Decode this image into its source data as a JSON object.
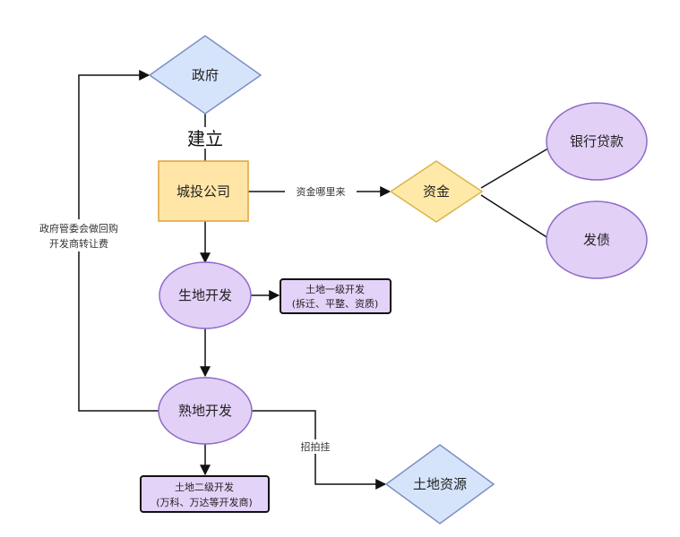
{
  "nodes": {
    "government": "政府",
    "establish": "建立",
    "urban_investment_company": "城投公司",
    "funds": "资金",
    "bank_loan": "银行贷款",
    "bonds": "发债",
    "raw_land_development": "生地开发",
    "primary_dev_title": "土地一级开发",
    "primary_dev_detail": "(拆迁、平整、资质)",
    "mature_land_development": "熟地开发",
    "secondary_dev_title": "土地二级开发",
    "secondary_dev_detail": "(万科、万达等开发商)",
    "land_resources": "土地资源"
  },
  "edges": {
    "funds_source": "资金哪里来",
    "auction_listing": "招拍挂",
    "buyback_line1": "政府管委会做回购",
    "buyback_line2": "开发商转让费"
  },
  "colors": {
    "diamond_blue": "#d6e4fb",
    "diamond_blue_stroke": "#7b8fc4",
    "diamond_yellow": "#ffe9a8",
    "diamond_yellow_stroke": "#d9b54a",
    "rect_orange": "#ffe6a6",
    "rect_orange_stroke": "#e0a23a",
    "ellipse_purple": "#e2d0f7",
    "ellipse_purple_stroke": "#8e6bc7",
    "box_purple": "#e4d3f8"
  }
}
